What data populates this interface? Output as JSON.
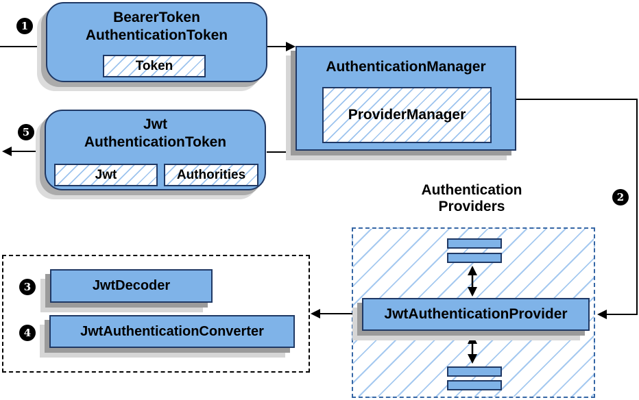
{
  "nodes": {
    "bearer_token": {
      "title_line1": "BearerToken",
      "title_line2": "AuthenticationToken",
      "field": "Token"
    },
    "authentication_manager": {
      "title": "AuthenticationManager",
      "impl": "ProviderManager"
    },
    "jwt_authentication_token": {
      "title_line1": "Jwt",
      "title_line2": "AuthenticationToken",
      "field1": "Jwt",
      "field2": "Authorities"
    },
    "authentication_providers": {
      "label_line1": "Authentication",
      "label_line2": "Providers"
    },
    "jwt_authentication_provider": {
      "title": "JwtAuthenticationProvider"
    },
    "jwt_decoder": {
      "title": "JwtDecoder"
    },
    "jwt_authentication_converter": {
      "title": "JwtAuthenticationConverter"
    }
  },
  "step_badges": {
    "step1": "1",
    "step2": "2",
    "step3": "3",
    "step4": "4",
    "step5": "5"
  },
  "colors": {
    "node_fill": "#7fb3e8",
    "node_border": "#1f3864",
    "hatch_line": "#9cc3ee",
    "providers_dash_border": "#3465a4",
    "black_dash_border": "#000000",
    "shadow_dark": "#9b9b9b",
    "shadow_light": "#d6d6d6",
    "connector": "#000000",
    "badge_bg": "#000000",
    "badge_text": "#ffffff"
  }
}
